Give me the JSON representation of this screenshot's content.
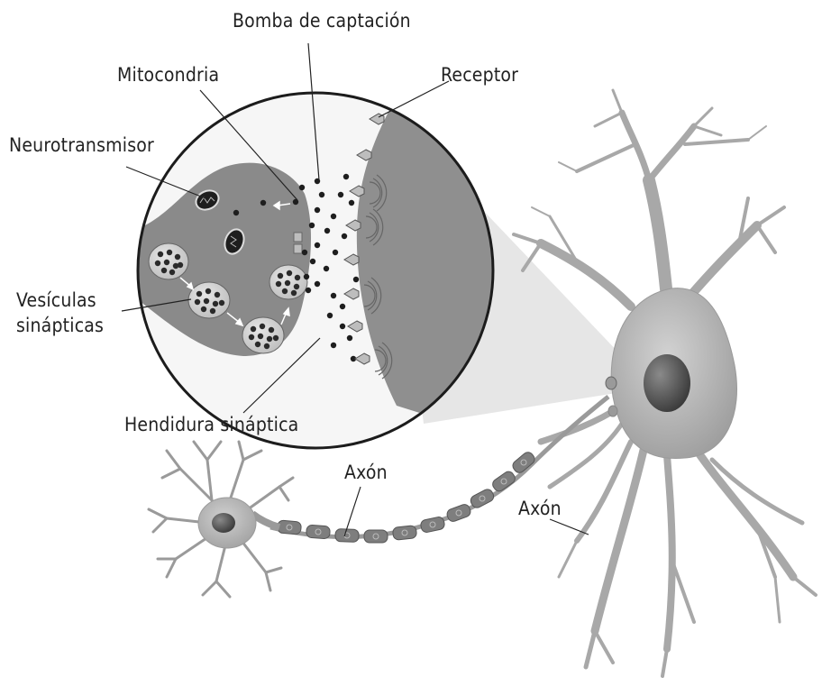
{
  "labels": {
    "bomba": "Bomba de captación",
    "mitocondria": "Mitocondria",
    "receptor": "Receptor",
    "neurotransmisor": "Neurotransmisor",
    "vesiculas_line1": "Vesículas",
    "vesiculas_line2": "sinápticas",
    "hendidura": "Hendidura sináptica",
    "axon_small": "Axón",
    "axon_large": "Axón"
  },
  "colors": {
    "terminal_fill": "#8a8a8a",
    "postsynaptic_fill": "#8f8f8f",
    "neuron_fill": "#b3b3b3",
    "nucleus_fill": "#555555",
    "dot_fill": "#1e1e1e",
    "zoom_cone": "#e4e4e4"
  }
}
